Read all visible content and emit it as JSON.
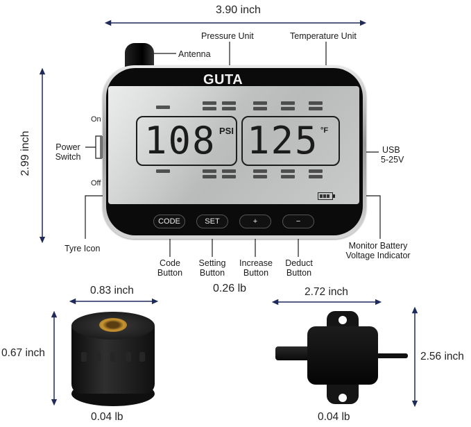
{
  "dimensions": {
    "monitor_width": "3.90 inch",
    "monitor_height": "2.99 inch",
    "monitor_weight": "0.26 lb",
    "sensor_width": "0.83 inch",
    "sensor_height": "0.67 inch",
    "sensor_weight": "0.04 lb",
    "repeater_width": "2.72 inch",
    "repeater_height": "2.56 inch",
    "repeater_weight": "0.04 lb"
  },
  "labels": {
    "pressure_unit": "Pressure Unit",
    "temperature_unit": "Temperature Unit",
    "antenna": "Antenna",
    "power_switch_line1": "Power",
    "power_switch_line2": "Switch",
    "switch_on": "On",
    "switch_off": "Off",
    "usb_line1": "USB",
    "usb_line2": "5-25V",
    "tyre_icon": "Tyre Icon",
    "code_button_line1": "Code",
    "code_button_line2": "Button",
    "setting_button_line1": "Setting",
    "setting_button_line2": "Button",
    "increase_button_line1": "Increase",
    "increase_button_line2": "Button",
    "deduct_button_line1": "Deduct",
    "deduct_button_line2": "Button",
    "battery_line1": "Monitor Battery",
    "battery_line2": "Voltage Indicator"
  },
  "device": {
    "brand": "GUTA",
    "pressure_value": "108",
    "pressure_unit": "PSI",
    "temperature_value": "125",
    "temperature_unit": "°F",
    "buttons": {
      "code": "CODE",
      "set": "SET",
      "plus": "+",
      "minus": "−"
    }
  },
  "icons": [
    "antenna-icon",
    "tyre-icon",
    "battery-icon",
    "power-switch-icon"
  ]
}
